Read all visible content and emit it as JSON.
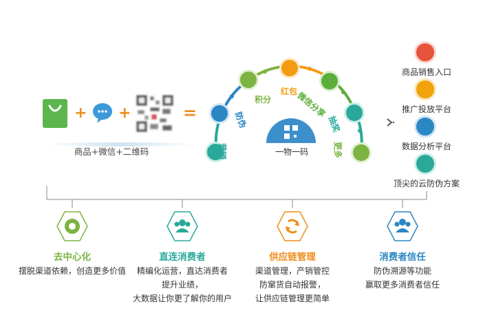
{
  "formula": {
    "label": "商品+微信+二维码",
    "plus1": "+",
    "plus2": "+",
    "equals": "="
  },
  "arc": {
    "center_label": "一物一码",
    "nodes": [
      {
        "label": "营销",
        "color": "#2aa99a"
      },
      {
        "label": "防伪",
        "color": "#2b87c4"
      },
      {
        "label": "积分",
        "color": "#7cb342"
      },
      {
        "label": "红包",
        "color": "#f39c12"
      },
      {
        "label": "微信分享",
        "color": "#5cae3a"
      },
      {
        "label": "抽奖",
        "color": "#2aa99a"
      },
      {
        "label": "更多",
        "color": "#7cb342"
      }
    ]
  },
  "right_list": {
    "items": [
      {
        "label": "商品销售入口",
        "icon": "handshake-icon",
        "color": "#e8533b"
      },
      {
        "label": "推广投放平台",
        "icon": "mobile-icon",
        "color": "#f0a30a"
      },
      {
        "label": "数据分析平台",
        "icon": "data-icon",
        "color": "#2b87c4"
      },
      {
        "label": "顶尖的云防伪方案",
        "icon": "shield-icon",
        "color": "#2aa99a"
      }
    ]
  },
  "features": [
    {
      "title": "去中心化",
      "color": "#7cb342",
      "icon": "decentralize-icon",
      "lines": [
        "摆脱渠道依赖，创造更多价值"
      ]
    },
    {
      "title": "直连消费者",
      "color": "#2aa99a",
      "icon": "people-icon",
      "lines": [
        "精编化运营，直达消费者",
        "提升业绩，",
        "大数据让你更了解你的用户"
      ]
    },
    {
      "title": "供应链管理",
      "color": "#f08c1a",
      "icon": "cycle-icon",
      "lines": [
        "渠道管理，产销管控",
        "防窜货自动报警，",
        "让供应链管理更简单"
      ]
    },
    {
      "title": "消费者信任",
      "color": "#2b87c4",
      "icon": "trust-icon",
      "lines": [
        "防伪溯源等功能",
        "赢取更多消费者信任"
      ]
    }
  ]
}
